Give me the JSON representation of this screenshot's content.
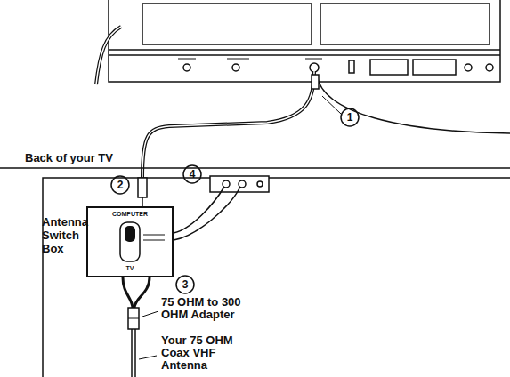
{
  "diagram": {
    "nodes": [
      {
        "text": [
          "Back of your TV"
        ]
      },
      {
        "text": [
          "Antenna Switch Box",
          "COMPUTER",
          "TV"
        ],
        "in": 0
      }
    ],
    "labels": [
      "1",
      "2",
      "3",
      "4",
      "75 OHM to 300 OHM Adapter",
      "Your 75 OHM Coax VHF Antenna"
    ]
  }
}
